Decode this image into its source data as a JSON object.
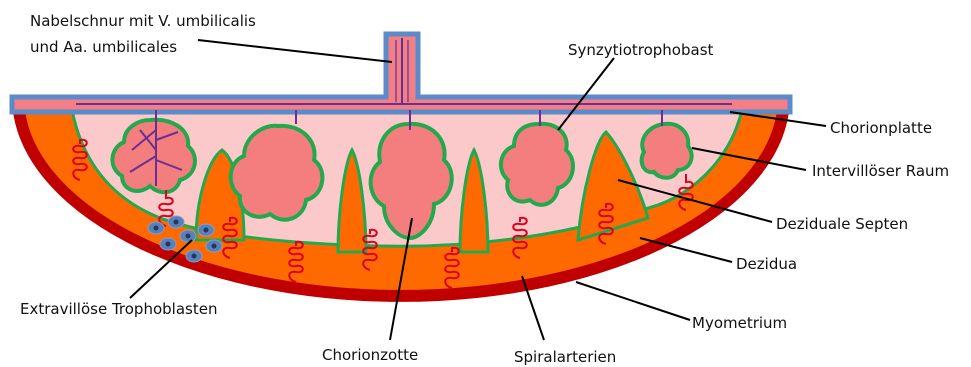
{
  "colors": {
    "myometrium": "#C00000",
    "decidua": "#FF6A00",
    "intervillous_space": "#FBC9C9",
    "villus_fill": "#F47D7D",
    "syncytiotrophoblast": "#23A94D",
    "chorionic_plate_outline": "#5B8BC9",
    "chorionic_plate_fill": "#F27F86",
    "vessel": "#6A2F93",
    "spiral_artery": "#E0001A",
    "trophoblast_cell": "#5B7FB7",
    "trophoblast_nucleus": "#1F3864"
  },
  "labels": {
    "umbilical_cord_line1": "Nabelschnur mit V. umbilicalis",
    "umbilical_cord_line2": "und Aa. umbilicales",
    "syncytiotrophoblast": "Synzytiotrophobast",
    "chorionic_plate": "Chorionplatte",
    "intervillous_space": "Intervillöser Raum",
    "decidual_septa": "Deziduale Septen",
    "decidua": "Dezidua",
    "extravillous_trophoblasts": "Extravillöse Trophoblasten",
    "myometrium": "Myometrium",
    "chorionic_villus": "Chorionzotte",
    "spiral_arteries": "Spiralarterien"
  }
}
